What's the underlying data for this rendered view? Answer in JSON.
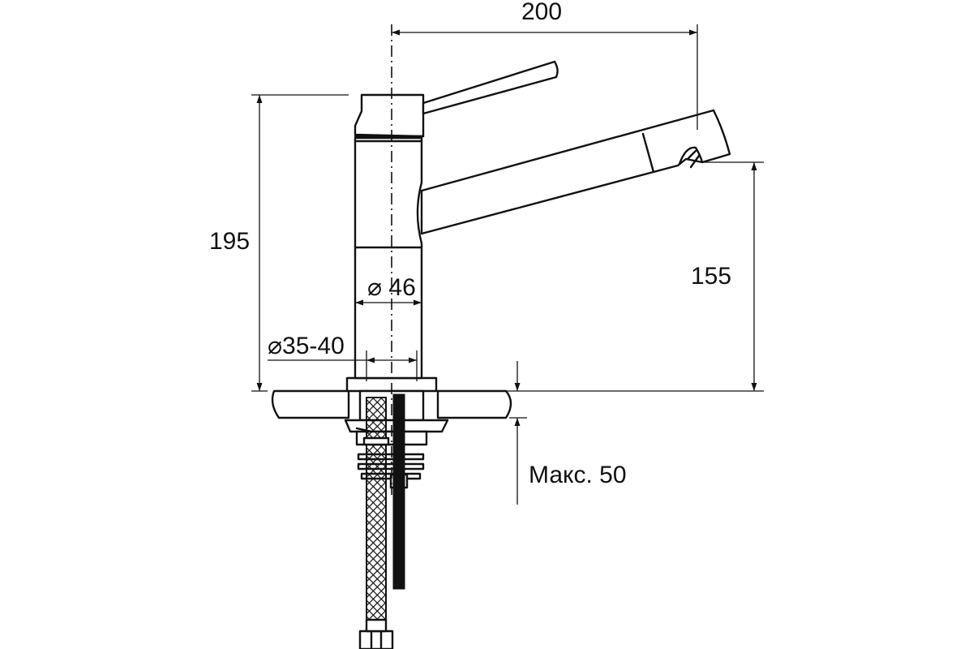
{
  "dimensions": {
    "spout_reach": "200",
    "total_height": "195",
    "spout_height": "155",
    "body_diameter": "⌀ 46",
    "hole_diameter": "⌀35-40",
    "max_thickness": "Макс. 50"
  },
  "colors": {
    "line": "#111111",
    "background": "#ffffff"
  }
}
